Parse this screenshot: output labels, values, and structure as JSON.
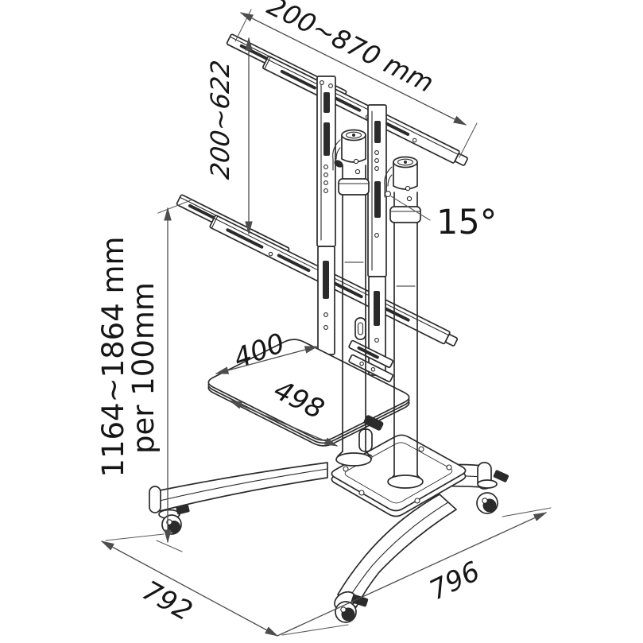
{
  "figure": {
    "type": "technical line drawing",
    "subject": "mobile TV trolley floor stand with VESA rails, shelf and casters",
    "background": "#ffffff",
    "line_color": "#2b2b2b",
    "dimension_color": "#4d4d4d"
  },
  "dimensions": {
    "rail_width": "200~870 mm",
    "rail_height": "200~622",
    "tilt_angle": "15°",
    "height_range_line1": "1164~1864 mm",
    "height_range_line2": "per 100mm",
    "shelf_depth": "400",
    "shelf_width": "498",
    "base_depth": "792",
    "base_width": "796"
  }
}
